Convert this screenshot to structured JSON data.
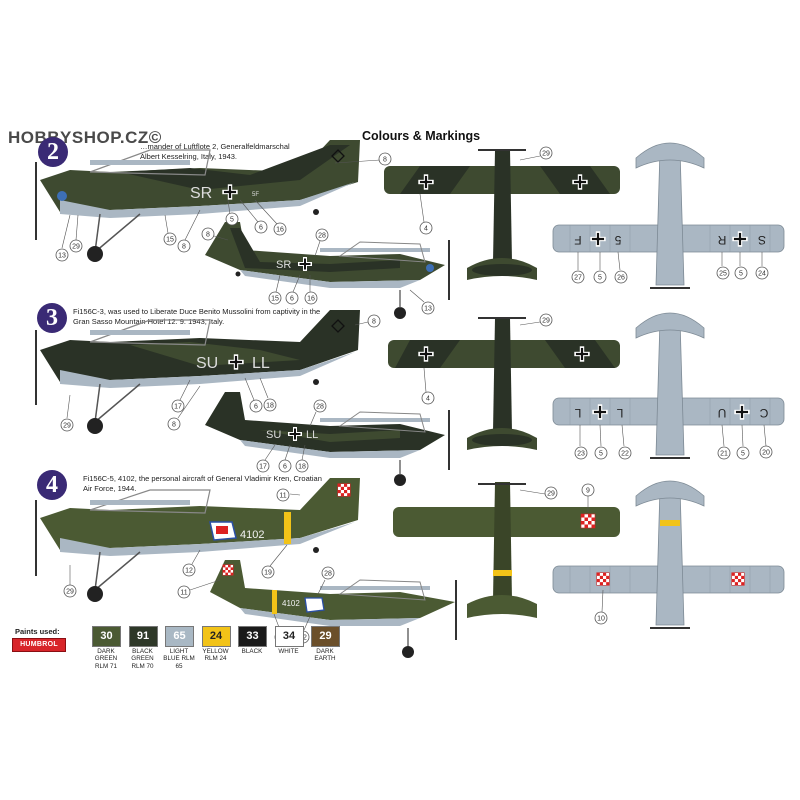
{
  "watermark": "HOBBYSHOP.CZ©",
  "title": "Colours & Markings",
  "schemes": [
    {
      "number": "2",
      "caption": "…mander of Luftflote 2, Generalfeldmarschal Albert Kesselring, Italy, 1943.",
      "fuselage_code": "SR",
      "fin_code": "5F"
    },
    {
      "number": "3",
      "caption": "Fi156C-3, was used to Liberate Duce Benito Mussolini from captivity in the Gran Sasso Mountain Hotel 12. 9. 1943, Italy.",
      "fuselage_code_left": "SU",
      "fuselage_code_right": "LL"
    },
    {
      "number": "4",
      "caption": "Fi156C-5, 4102, the personal aircraft of General Vladimir Kren, Croatian Air Force, 1944.",
      "fuselage_code": "4102"
    }
  ],
  "lower_wing_codes": {
    "scheme2": [
      "S",
      "R",
      "5",
      "F"
    ],
    "scheme3": [
      "C",
      "U",
      "L",
      "L"
    ]
  },
  "callouts": {
    "s2_side": [
      "8",
      "5",
      "6",
      "16",
      "15",
      "8",
      "13",
      "29",
      "13"
    ],
    "s2_side2": [
      "28",
      "8",
      "15",
      "6",
      "16",
      "13"
    ],
    "s2_top": [
      "29",
      "4"
    ],
    "s2_bottom": [
      "27",
      "5",
      "26",
      "25",
      "5",
      "24"
    ],
    "s3_side": [
      "8",
      "17",
      "6",
      "18",
      "29",
      "8"
    ],
    "s3_side2": [
      "28",
      "17",
      "6",
      "18"
    ],
    "s3_top": [
      "29",
      "4"
    ],
    "s3_bottom": [
      "23",
      "5",
      "22",
      "21",
      "5",
      "20"
    ],
    "s4_side": [
      "11",
      "12",
      "19",
      "29"
    ],
    "s4_side2": [
      "28",
      "11",
      "19",
      "12"
    ],
    "s4_top": [
      "29",
      "9"
    ],
    "s4_bottom": [
      "10"
    ]
  },
  "paints": {
    "label": "Paints used:",
    "brand": "HUMBROL",
    "items": [
      {
        "code": "30",
        "name": "DARK GREEN RLM 71",
        "color": "#4b5a33",
        "text_color": "#ffffff"
      },
      {
        "code": "91",
        "name": "BLACK GREEN RLM 70",
        "color": "#2e3828",
        "text_color": "#ffffff"
      },
      {
        "code": "65",
        "name": "LIGHT BLUE RLM 65",
        "color": "#a9b8c4",
        "text_color": "#ffffff"
      },
      {
        "code": "24",
        "name": "YELLOW RLM 24",
        "color": "#f2c318",
        "text_color": "#222222"
      },
      {
        "code": "33",
        "name": "BLACK",
        "color": "#1a1a1a",
        "text_color": "#ffffff"
      },
      {
        "code": "34",
        "name": "WHITE",
        "color": "#ffffff",
        "text_color": "#222222"
      },
      {
        "code": "29",
        "name": "DARK EARTH",
        "color": "#6b4f2a",
        "text_color": "#ffffff"
      }
    ]
  }
}
